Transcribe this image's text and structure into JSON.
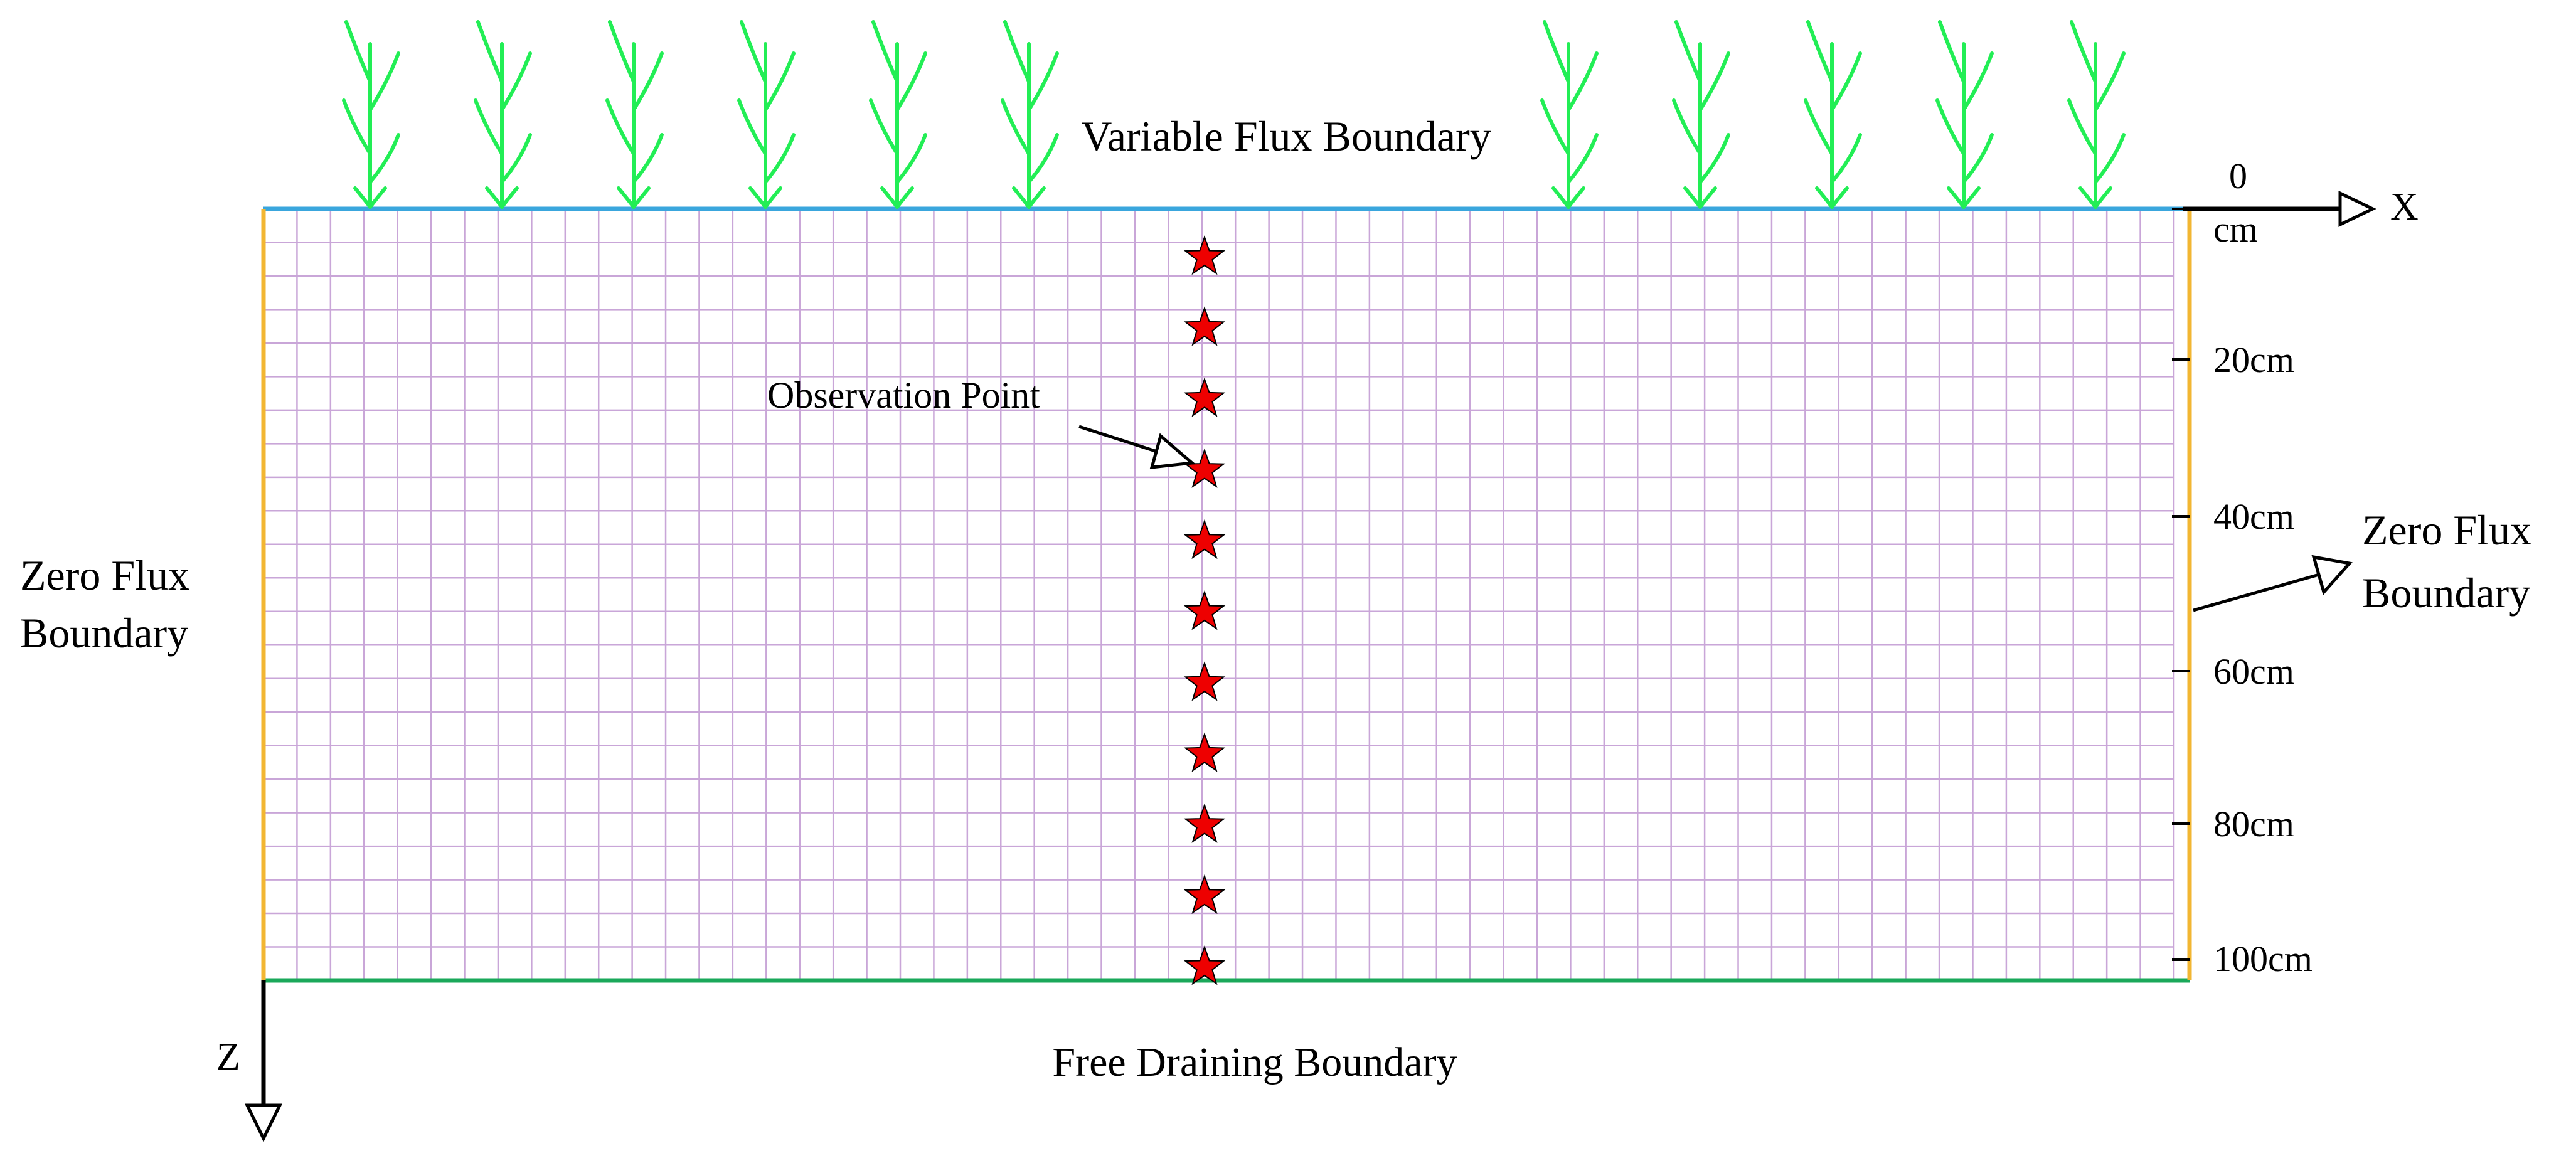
{
  "labels": {
    "top_boundary": "Variable Flux Boundary",
    "bottom_boundary": "Free Draining Boundary",
    "left_boundary_line1": "Zero Flux",
    "left_boundary_line2": "Boundary",
    "right_boundary_line1": "Zero Flux",
    "right_boundary_line2": "Boundary",
    "observation_point": "Observation Point",
    "x_axis": "X",
    "z_axis": "Z"
  },
  "depth_scale": {
    "zero_label": "0",
    "zero_unit": "cm",
    "ticks": [
      "20cm",
      "40cm",
      "60cm",
      "80cm",
      "100cm"
    ]
  },
  "grid": {
    "columns": 57,
    "rows": 23
  },
  "observation_points": {
    "count": 11
  },
  "plants": {
    "left_group_count": 6,
    "right_group_count": 5
  },
  "colors": {
    "grid_line": "#c9a6d8",
    "top_boundary": "#3aa6dd",
    "bottom_boundary": "#1aa85a",
    "side_boundary": "#f2b632",
    "plant": "#22ee55",
    "star_fill": "#ee0000",
    "axis": "#000000"
  },
  "icons": {
    "plant": "corn-plant-icon",
    "observation": "star-icon"
  }
}
